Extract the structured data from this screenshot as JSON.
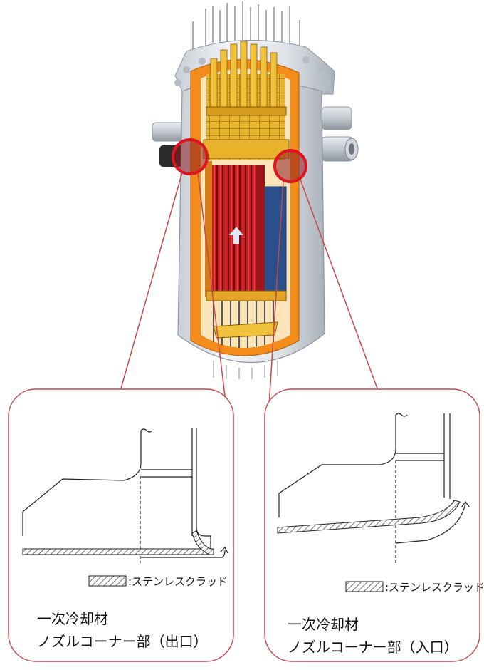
{
  "diagram": {
    "panel_left": {
      "legend_text": ":ステンレスクラッド",
      "title_line1": "一次冷却材",
      "title_line2": "ノズルコーナー部（出口）"
    },
    "panel_right": {
      "legend_text": ":ステンレスクラッド",
      "title_line1": "一次冷却材",
      "title_line2": "ノズルコーナー部（入口）"
    },
    "colors": {
      "highlight_circle": "#e0141e",
      "connector_line": "#c7474c",
      "panel_border": "#c7474c",
      "vessel_shell": "#e3e6ea",
      "vessel_cut": "#f28c1a",
      "core_red": "#b1171c",
      "internals_yellow": "#f0c23a",
      "baffle_blue": "#2a4f8a"
    }
  }
}
